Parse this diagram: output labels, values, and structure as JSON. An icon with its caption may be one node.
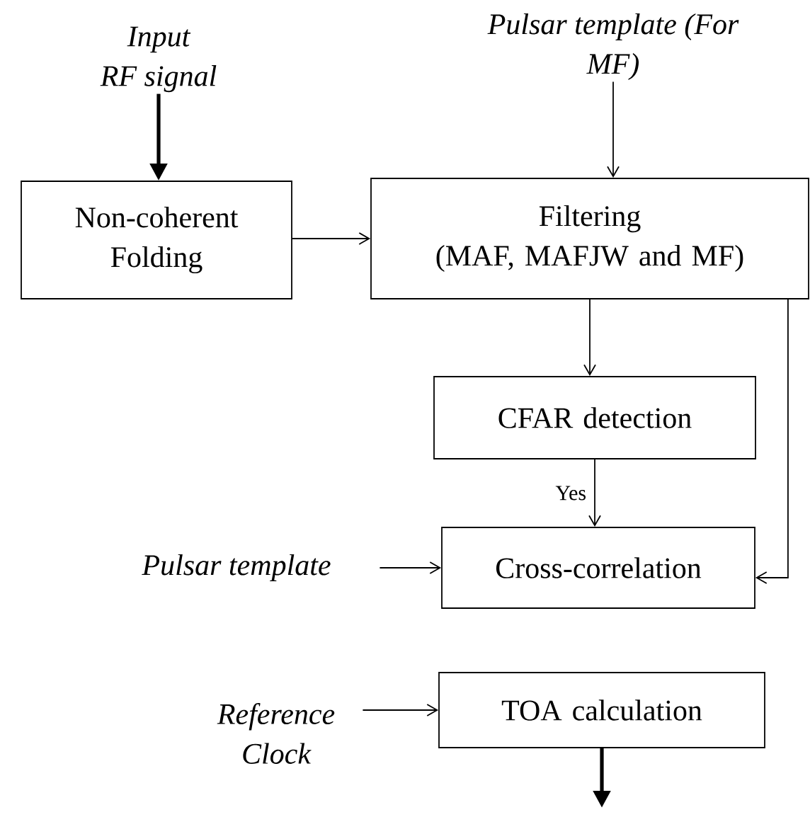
{
  "diagram": {
    "nodes": [
      {
        "text": [
          "Input RF signal"
        ]
      },
      {
        "text": [
          "Pulsar template (For MF)"
        ]
      },
      {
        "text": [
          "Non-coherent Folding"
        ]
      },
      {
        "text": [
          "Filtering",
          "(MAF, MAFJW and MF)"
        ]
      },
      {
        "text": [
          "CFAR detection"
        ]
      },
      {
        "text": [
          "Pulsar template"
        ]
      },
      {
        "text": [
          "Cross-correlation"
        ]
      },
      {
        "text": [
          "Reference Clock"
        ]
      },
      {
        "text": [
          "TOA calculation"
        ]
      }
    ],
    "edges": [
      {
        "from": 0,
        "to": 2,
        "arrow": "to",
        "style": "thick"
      },
      {
        "from": 1,
        "to": 3,
        "arrow": "to"
      },
      {
        "from": 2,
        "to": 3,
        "arrow": "to"
      },
      {
        "from": 3,
        "to": 4,
        "arrow": "to"
      },
      {
        "from": 4,
        "to": 6,
        "arrow": "to",
        "label": "Yes"
      },
      {
        "from": 3,
        "to": 6,
        "arrow": "to"
      },
      {
        "from": 5,
        "to": 6,
        "arrow": "to"
      },
      {
        "from": 7,
        "to": 8,
        "arrow": "to"
      },
      {
        "from": 8,
        "to": null,
        "arrow": "to",
        "style": "thick"
      }
    ]
  }
}
